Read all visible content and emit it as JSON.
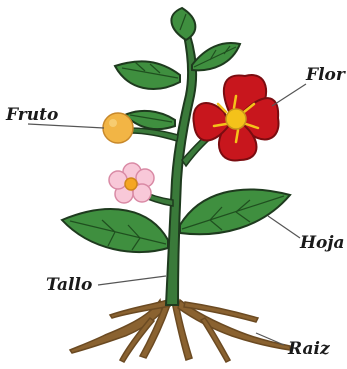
{
  "labels": {
    "fruto": "Fruto",
    "flor": "Flor",
    "hoja": "Hoja",
    "tallo": "Tallo",
    "raiz": "Raiz"
  },
  "colors": {
    "stem": "#3a7a3a",
    "leaf": "#3f8f3f",
    "leaf_vein": "#1f4f1f",
    "outline": "#1e3a1e",
    "flower_red": "#c8161d",
    "flower_center": "#f4c21a",
    "pink_flower": "#f8c8d8",
    "fruit": "#f2b545",
    "root": "#8a6230"
  }
}
